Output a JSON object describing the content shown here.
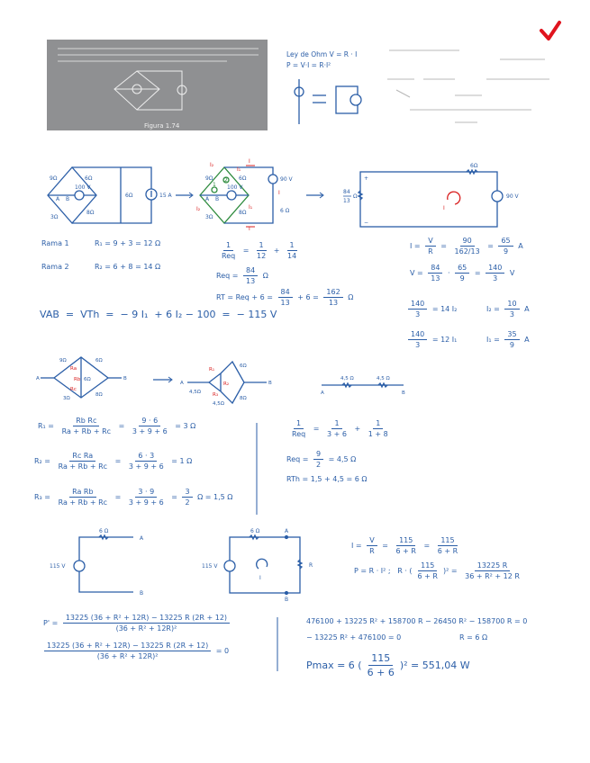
{
  "colors": {
    "ink": "#2b5ea7",
    "red": "#d92020",
    "green": "#2e8b3e",
    "photo": "#8f9092",
    "check": "#e0141e"
  },
  "photo": {
    "caption": "Figura 1.74"
  },
  "check_icon": "checkmark-icon",
  "ohm": {
    "line1": "Ley de Ohm    V = R · I",
    "line2": "P = V·I = R·I²"
  },
  "circuit1": {
    "r_tl": "9Ω",
    "r_tr": "6Ω",
    "r_bl": "3Ω",
    "r_br": "8Ω",
    "src": "100 V",
    "r_mid": "6Ω",
    "isrc": "15 A",
    "a": "A",
    "b": "B"
  },
  "circuit2": {
    "r_tl": "9Ω",
    "r_tr": "6Ω",
    "r_bl": "3Ω",
    "r_br": "8Ω",
    "src_mid": "100 V",
    "src": "90 V",
    "r_right": "6 Ω",
    "i_top": "I",
    "i_bot": "I",
    "i_right": "I",
    "i1a": "I₁",
    "i1b": "I₁",
    "i2a": "I₂",
    "i2b": "I₂",
    "a": "A",
    "b": "B",
    "mesh1": "1",
    "mesh2": "2"
  },
  "circuit3": {
    "r_top": "6Ω",
    "r_left_n": "84",
    "r_left_d": "13",
    "r_left_unit": "Ω",
    "src": "90 V",
    "loop": "I",
    "plus": "+",
    "minus": "−"
  },
  "circuit4": {
    "r_tl": "9Ω",
    "r_tr": "6Ω",
    "r_bl": "3Ω",
    "r_br": "8Ω",
    "ra": "Ra",
    "rb": "Rb",
    "rc": "Rc",
    "mid": "6Ω",
    "a": "A",
    "b": "B"
  },
  "circuit5": {
    "r1": "R₁",
    "r2": "R₂",
    "r3": "R₃",
    "r_a": "4,5Ω",
    "r_tr": "6Ω",
    "r_br": "8Ω",
    "r_bot": "4,5Ω",
    "a": "A",
    "b": "B"
  },
  "circuit6": {
    "r1": "4,5 Ω",
    "r2": "4,5 Ω",
    "a": "A",
    "b": "B"
  },
  "circuit7": {
    "r": "6 Ω",
    "src": "115 V",
    "a": "A",
    "b": "B"
  },
  "circuit8": {
    "r": "6 Ω",
    "src": "115 V",
    "rl": "R",
    "a": "A",
    "b": "B",
    "loop": "I"
  },
  "equations": {
    "rama1_label": [
      "Rama 1"
    ],
    "rama1": [
      "R₁ = 9 + 3 = 12 Ω"
    ],
    "rama2_label": [
      "Rama 2"
    ],
    "rama2": [
      "R₂ = 6 + 8 = 14 Ω"
    ],
    "req_inv": [
      {
        "n": "1",
        "d": "Req"
      },
      " = ",
      {
        "n": "1",
        "d": "12"
      },
      " + ",
      {
        "n": "1",
        "d": "14"
      }
    ],
    "req": [
      "Req = ",
      {
        "n": "84",
        "d": "13"
      },
      " Ω"
    ],
    "rt": [
      "RT = Req + 6 = ",
      {
        "n": "84",
        "d": "13"
      },
      " + 6 = ",
      {
        "n": "162",
        "d": "13"
      },
      " Ω"
    ],
    "i_total": [
      "I = ",
      {
        "n": "V",
        "d": "R"
      },
      " = ",
      {
        "n": "90",
        "d": "162/13"
      },
      " = ",
      {
        "n": "65",
        "d": "9"
      },
      " A"
    ],
    "v_total": [
      "V = ",
      {
        "n": "84",
        "d": "13"
      },
      " · ",
      {
        "n": "65",
        "d": "9"
      },
      " = ",
      {
        "n": "140",
        "d": "3"
      },
      " V"
    ],
    "eq_i2": [
      {
        "n": "140",
        "d": "3"
      },
      " = 14 I₂"
    ],
    "i2": [
      "I₂ = ",
      {
        "n": "10",
        "d": "3"
      },
      " A"
    ],
    "eq_i1": [
      {
        "n": "140",
        "d": "3"
      },
      " = 12 I₁"
    ],
    "i1": [
      "I₁ = ",
      {
        "n": "35",
        "d": "9"
      },
      " A"
    ],
    "vab": [
      "VAB  =  VTh  =  − 9 I₁  + 6 I₂ − 100  =  − 115 V"
    ],
    "r1": [
      "R₁ = ",
      {
        "n": "Rb Rc",
        "d": "Ra + Rb + Rc"
      },
      " = ",
      {
        "n": "9 · 6",
        "d": "3 + 9 + 6"
      },
      " = 3 Ω"
    ],
    "r2": [
      "R₂ = ",
      {
        "n": "Rc Ra",
        "d": "Ra + Rb + Rc"
      },
      " = ",
      {
        "n": "6 · 3",
        "d": "3 + 9 + 6"
      },
      " = 1 Ω"
    ],
    "r3": [
      "R₃ = ",
      {
        "n": "Ra Rb",
        "d": "Ra + Rb + Rc"
      },
      " = ",
      {
        "n": "3 · 9",
        "d": "3 + 9 + 6"
      },
      " = ",
      {
        "n": "3",
        "d": "2"
      },
      " Ω = 1,5 Ω"
    ],
    "req2_inv": [
      {
        "n": "1",
        "d": "Req"
      },
      " = ",
      {
        "n": "1",
        "d": "3 + 6"
      },
      " + ",
      {
        "n": "1",
        "d": "1 + 8"
      }
    ],
    "req2": [
      "Req = ",
      {
        "n": "9",
        "d": "2"
      },
      " = 4,5 Ω"
    ],
    "rth": [
      "RTh = 1,5 + 4,5 = 6 Ω"
    ],
    "i_load": [
      "I = ",
      {
        "n": "V",
        "d": "R"
      },
      " = ",
      {
        "n": "115",
        "d": "6 + R"
      },
      " = ",
      {
        "n": "115",
        "d": "6 + R"
      }
    ],
    "p_load": [
      "P = R · I² ;   R · (",
      {
        "n": "115",
        "d": "6 + R"
      },
      ")² = ",
      {
        "n": "13225 R",
        "d": "36 + R² + 12 R"
      }
    ],
    "p_deriv": [
      "P' = ",
      {
        "n": "13225 (36 + R² + 12R) − 13225 R (2R + 12)",
        "d": "(36 + R² + 12R)²"
      }
    ],
    "p_deriv_zero": [
      {
        "n": "13225 (36 + R² + 12R) − 13225 R (2R + 12)",
        "d": "(36 + R² + 12R)²"
      },
      " = 0"
    ],
    "expand": [
      "476100 + 13225 R² + 158700 R − 26450 R² − 158700 R = 0"
    ],
    "simplified": [
      "− 13225 R² + 476100 = 0"
    ],
    "r_result": [
      "R = 6 Ω"
    ],
    "pmax": [
      "Pmax = 6 (",
      {
        "n": "115",
        "d": "6 + 6"
      },
      ")² = 551,04 W"
    ]
  }
}
